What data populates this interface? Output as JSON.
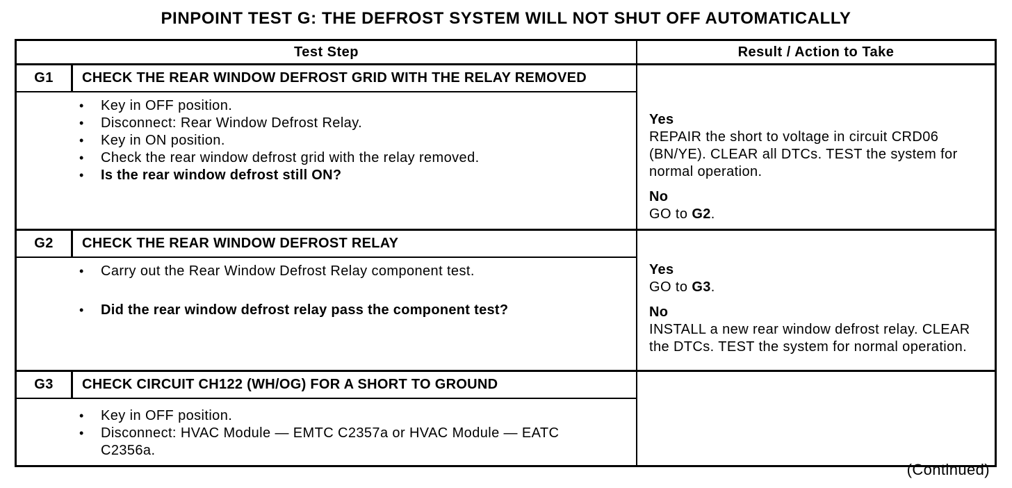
{
  "page_title": "PINPOINT TEST G: THE DEFROST SYSTEM WILL NOT SHUT OFF AUTOMATICALLY",
  "continued_label": "(Continued)",
  "glyphs": {
    "bullet": "•"
  },
  "table": {
    "headers": {
      "test_step": "Test Step",
      "result": "Result / Action to Take"
    },
    "steps": [
      {
        "id": "G1",
        "title": "CHECK THE REAR WINDOW DEFROST GRID WITH THE RELAY REMOVED",
        "bullets": [
          "Key in OFF position.",
          "Disconnect: Rear Window Defrost Relay.",
          "Key in ON position.",
          "Check the rear window defrost grid with the relay removed.",
          "Is the rear window defrost still ON?"
        ],
        "results": {
          "yes_label": "Yes",
          "yes_action": "REPAIR the short to voltage in circuit CRD06 (BN/YE). CLEAR all DTCs. TEST the system for normal operation.",
          "no_label": "No",
          "no_action_prefix": "GO to ",
          "no_action_target": "G2",
          "no_action_suffix": "."
        }
      },
      {
        "id": "G2",
        "title": "CHECK THE REAR WINDOW DEFROST RELAY",
        "bullets": [
          "Carry out the Rear Window Defrost Relay component test.",
          "Did the rear window defrost relay pass the component test?"
        ],
        "results": {
          "yes_label": "Yes",
          "yes_action_prefix": "GO to ",
          "yes_action_target": "G3",
          "yes_action_suffix": ".",
          "no_label": "No",
          "no_action": "INSTALL a new rear window defrost relay. CLEAR the DTCs. TEST the system for normal operation."
        }
      },
      {
        "id": "G3",
        "title": "CHECK CIRCUIT CH122 (WH/OG) FOR A SHORT TO GROUND",
        "bullets": [
          "Key in OFF position.",
          "Disconnect: HVAC Module — EMTC C2357a or HVAC Module — EATC C2356a."
        ]
      }
    ]
  }
}
